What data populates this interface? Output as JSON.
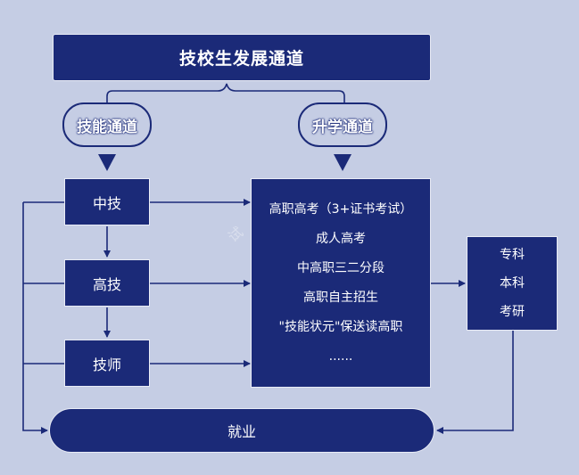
{
  "title": "技校生发展通道",
  "channels": {
    "skill": "技能通道",
    "further_study": "升学通道"
  },
  "skill_levels": [
    "中技",
    "高技",
    "技师"
  ],
  "further_study_paths": [
    "高职高考（3+证书考试）",
    "成人高考",
    "中高职三二分段",
    "高职自主招生",
    "\"技能状元\"保送读高职",
    "......"
  ],
  "degrees": [
    "专科",
    "本科",
    "考研"
  ],
  "employment": "就业",
  "watermark": "试",
  "colors": {
    "navy": "#1b2a78",
    "background": "#c5cde4",
    "text": "#ffffff"
  }
}
